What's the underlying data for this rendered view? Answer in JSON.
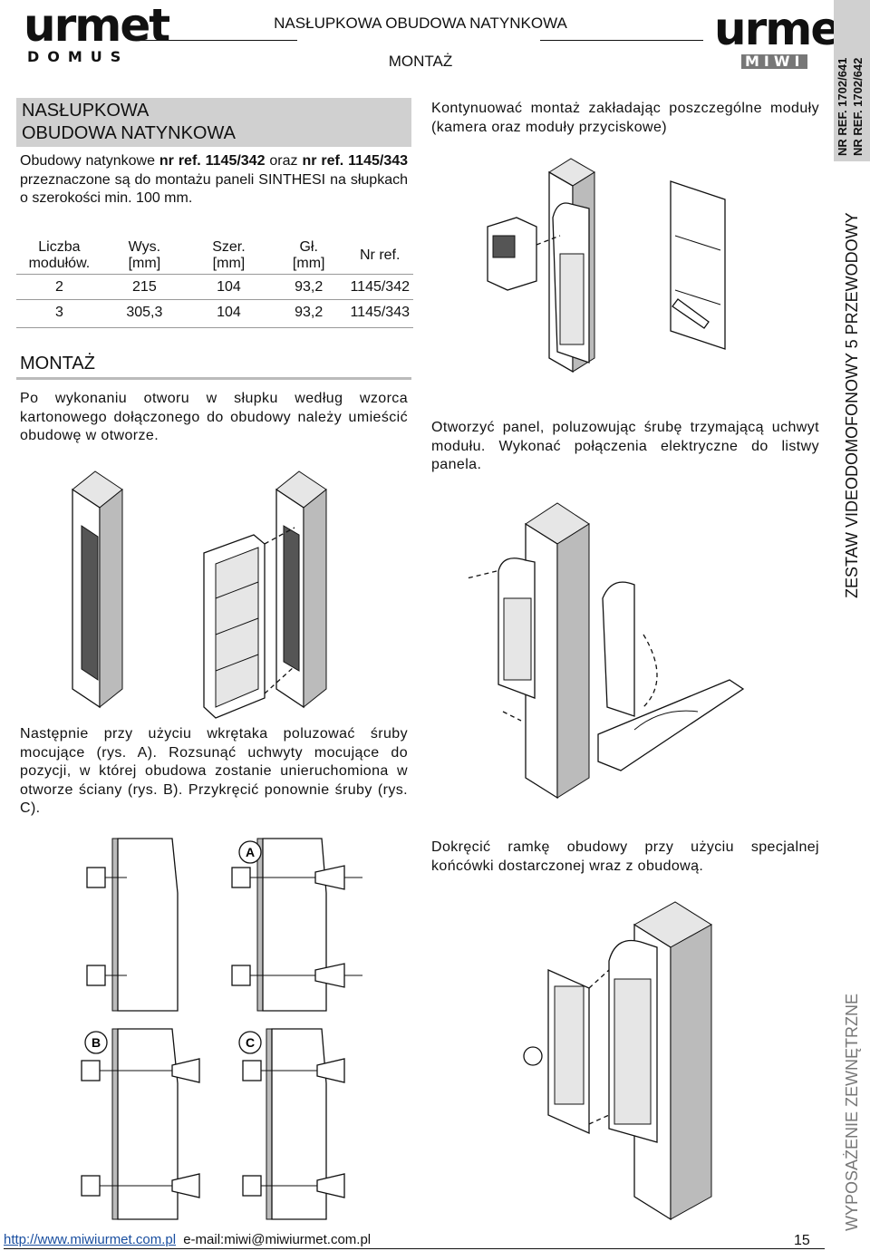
{
  "header": {
    "logo_left_main": "urmet",
    "logo_left_sub": "DOMUS",
    "title": "NASŁUPKOWA OBUDOWA NATYNKOWA",
    "subtitle": "MONTAŻ",
    "logo_right_main": "urmet",
    "logo_right_sub": "MIWI"
  },
  "side": {
    "ref_line1": "NR REF. 1702/641",
    "ref_line2": "NR REF. 1702/642",
    "series_title": "ZESTAW VIDEODOMOFONOWY 5 PRZEWODOWY",
    "category": "WYPOSAŻENIE ZEWNĘTRZNE"
  },
  "left": {
    "section_title_1": "NASŁUPKOWA",
    "section_title_2": "OBUDOWA NATYNKOWA",
    "intro_t1": "Obudowy natynkowe ",
    "intro_b1": "nr ref. 1145/342",
    "intro_t2": " oraz ",
    "intro_b2": "nr ref. 1145/343",
    "intro_t3": " przeznaczone są do montażu paneli SINTHESI na słupkach o szerokości min. 100 mm.",
    "table": {
      "headers": [
        {
          "l1": "Liczba",
          "l2": "modułów."
        },
        {
          "l1": "Wys.",
          "l2": "[mm]"
        },
        {
          "l1": "Szer.",
          "l2": "[mm]"
        },
        {
          "l1": "Gł.",
          "l2": "[mm]"
        },
        {
          "l1": "Nr ref.",
          "l2": ""
        }
      ],
      "rows": [
        [
          "2",
          "215",
          "104",
          "93,2",
          "1145/342"
        ],
        [
          "3",
          "305,3",
          "104",
          "93,2",
          "1145/343"
        ]
      ]
    },
    "montaz_title": "MONTAŻ",
    "step1": "Po wykonaniu otworu w słupku według wzorca kartonowego dołączonego do obudowy należy umieścić obudowę w otworze.",
    "step2": "Następnie przy użyciu wkrętaka poluzować śruby mocujące (rys. A). Rozsunąć uchwyty mocujące do pozycji, w której obudowa zostanie unieruchomiona w otworze ściany (rys. B). Przykręcić ponownie śruby (rys. C).",
    "fig_labels": [
      "A",
      "B",
      "C"
    ]
  },
  "right": {
    "step3": "Kontynuować montaż zakładając poszczególne moduły (kamera oraz moduły przyciskowe)",
    "step4": "Otworzyć panel, poluzowując śrubę trzymającą uchwyt modułu. Wykonać połączenia elektryczne do listwy panela.",
    "step5": "Dokręcić ramkę obudowy przy użyciu specjalnej końcówki dostarczonej wraz z obudową."
  },
  "footer": {
    "url": "http://www.miwiurmet.com.pl",
    "email": "e-mail:miwi@miwiurmet.com.pl",
    "page_number": "15"
  }
}
